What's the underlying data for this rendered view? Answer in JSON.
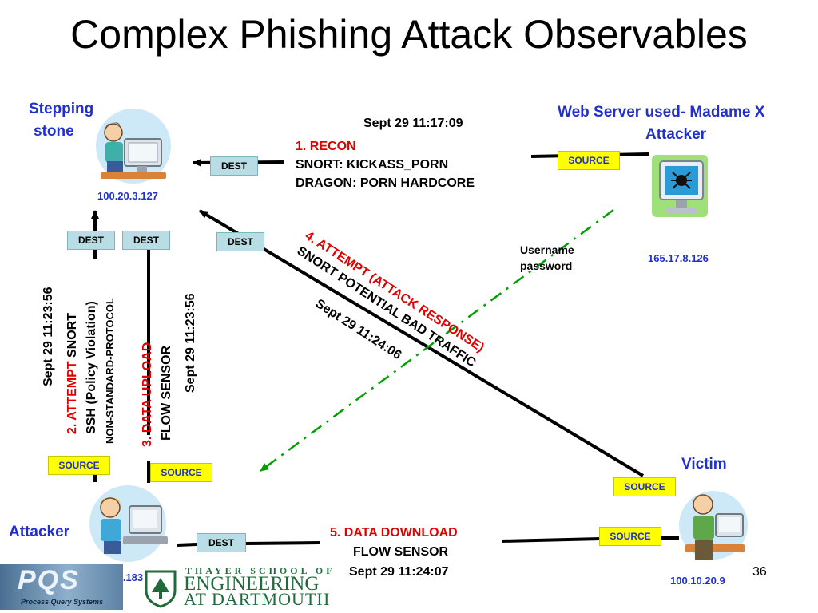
{
  "slide": {
    "title": "Complex Phishing Attack Observables",
    "page_number": "36"
  },
  "nodes": {
    "stepping_stone": {
      "label_line1": "Stepping",
      "label_line2": "stone",
      "ip": "100.20.3.127"
    },
    "web_server": {
      "label_line1": "Web Server used- Madame X",
      "label_line2": "Attacker",
      "ip": "165.17.8.126"
    },
    "attacker": {
      "label": "Attacker",
      "ip": "51.251.22.183"
    },
    "victim": {
      "label": "Victim",
      "ip": "100.10.20.9"
    }
  },
  "tags": {
    "dest": "DEST",
    "source": "SOURCE"
  },
  "events": {
    "recon": {
      "time": "Sept 29 11:17:09",
      "title": "1. RECON",
      "line1": "SNORT: KICKASS_PORN",
      "line2": "DRAGON: PORN  HARDCORE"
    },
    "attempt": {
      "time": "Sept 29 11:23:56",
      "title": "2. ATTEMPT",
      "title_suffix": "  SNORT",
      "line1": "SSH (Policy Violation)",
      "line2": "NON-STANDARD-PROTOCOL"
    },
    "upload": {
      "title": "3. DATA UPLOAD",
      "line1": "FLOW SENSOR",
      "time": "Sept 29 11:23:56"
    },
    "attack_response": {
      "title": "4. ATTEMPT (ATTACK RESPONSE)",
      "line1": "SNORT POTENTIAL BAD TRAFFIC",
      "time": "Sept 29 11:24:06"
    },
    "download": {
      "title": "5. DATA DOWNLOAD",
      "line1": "FLOW SENSOR",
      "time": "Sept 29 11:24:07"
    },
    "credentials": {
      "line1": "Username",
      "line2": "password"
    }
  },
  "footer": {
    "pqs_logo": "PQS",
    "pqs_sub": "Process Query Systems",
    "school_line1": "THAYER SCHOOL OF",
    "school_line2": "ENGINEERING",
    "school_line3": "AT DARTMOUTH"
  },
  "colors": {
    "node_label": "#1f2fd0",
    "event_title": "#e00000",
    "dest_tag": "#b9dde4",
    "source_tag": "#ffff00",
    "credential_line": "#00a000"
  }
}
